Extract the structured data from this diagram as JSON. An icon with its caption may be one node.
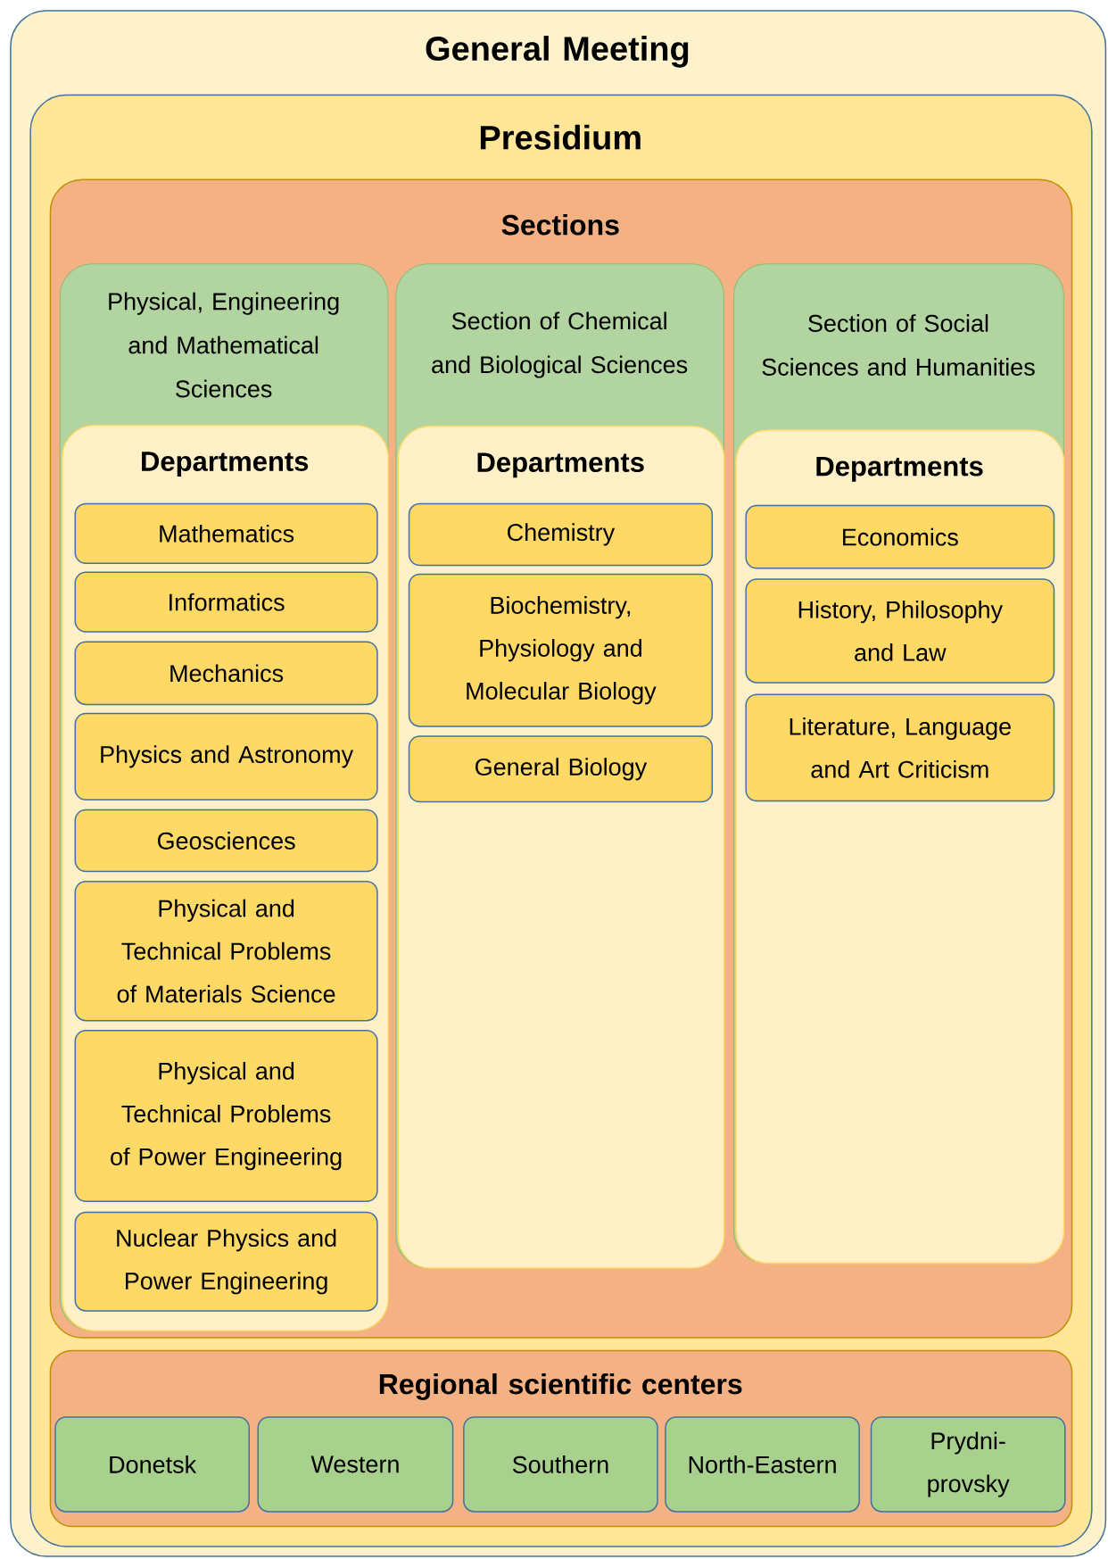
{
  "diagram": {
    "nodes": [
      {
        "text": [
          "General Meeting"
        ]
      },
      {
        "text": [
          "Presidium"
        ],
        "in": 0
      },
      {
        "text": [
          "Sections"
        ],
        "in": 1
      },
      {
        "text": [
          "Physical, Engineering and Mathematical Sciences"
        ],
        "in": 2
      },
      {
        "text": [
          "Departments"
        ],
        "in": 3
      },
      {
        "text": [
          "Mathematics"
        ],
        "in": 4
      },
      {
        "text": [
          "Informatics"
        ],
        "in": 4
      },
      {
        "text": [
          "Mechanics"
        ],
        "in": 4
      },
      {
        "text": [
          "Physics and Astronomy"
        ],
        "in": 4
      },
      {
        "text": [
          "Geosciences"
        ],
        "in": 4
      },
      {
        "text": [
          "Physical and Technical Problems of Materials Science"
        ],
        "in": 4
      },
      {
        "text": [
          "Physical and Technical Problems of Power Engineering"
        ],
        "in": 4
      },
      {
        "text": [
          "Nuclear Physics and Power Engineering"
        ],
        "in": 4
      },
      {
        "text": [
          "Section of Chemical and Biological Sciences"
        ],
        "in": 2
      },
      {
        "text": [
          "Departments"
        ],
        "in": 13
      },
      {
        "text": [
          "Chemistry"
        ],
        "in": 14
      },
      {
        "text": [
          "Biochemistry, Physiology and Molecular Biology"
        ],
        "in": 14
      },
      {
        "text": [
          "General Biology"
        ],
        "in": 14
      },
      {
        "text": [
          "Section of Social Sciences and Humanities"
        ],
        "in": 2
      },
      {
        "text": [
          "Departments"
        ],
        "in": 18
      },
      {
        "text": [
          "Economics"
        ],
        "in": 19
      },
      {
        "text": [
          "History, Philosophy and Law"
        ],
        "in": 19
      },
      {
        "text": [
          "Literature, Language and Art Criticism"
        ],
        "in": 19
      },
      {
        "text": [
          "Regional scientific centers"
        ],
        "in": 1
      },
      {
        "text": [
          "Donetsk"
        ],
        "in": 23
      },
      {
        "text": [
          "Western"
        ],
        "in": 23
      },
      {
        "text": [
          "Southern"
        ],
        "in": 23
      },
      {
        "text": [
          "North-Eastern"
        ],
        "in": 23
      },
      {
        "text": [
          "Prydni-provsky"
        ],
        "in": 23
      }
    ]
  }
}
